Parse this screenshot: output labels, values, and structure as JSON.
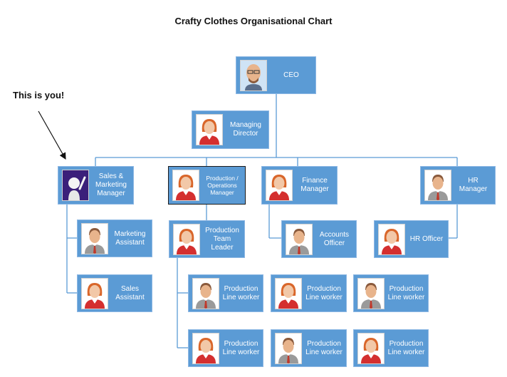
{
  "title": "Crafty Clothes Organisational Chart",
  "callout": "This is you!",
  "colors": {
    "box": "#5b9bd5",
    "connector": "#5b9bd5",
    "tie": "#c0392b"
  },
  "nodes": {
    "ceo": {
      "label": "CEO",
      "icon": "bald-man-avatar-icon"
    },
    "md": {
      "label": "Managing\nDirector",
      "icon": "woman-avatar-icon"
    },
    "sales_mgr": {
      "label": "Sales &\nMarketing\nManager",
      "icon": "purple-figure-avatar-icon"
    },
    "prod_mgr": {
      "label": "Production /\nOperations\nManager",
      "icon": "woman-avatar-icon"
    },
    "fin_mgr": {
      "label": "Finance\nManager",
      "icon": "woman-avatar-icon"
    },
    "hr_mgr": {
      "label": "HR Manager",
      "icon": "man-avatar-icon"
    },
    "mkt_asst": {
      "label": "Marketing\nAssistant",
      "icon": "man-avatar-icon"
    },
    "sales_asst": {
      "label": "Sales\nAssistant",
      "icon": "woman-avatar-icon"
    },
    "team_leader": {
      "label": "Production\nTeam Leader",
      "icon": "woman-avatar-icon"
    },
    "accounts": {
      "label": "Accounts\nOfficer",
      "icon": "man-avatar-icon"
    },
    "hr_officer": {
      "label": "HR Officer",
      "icon": "woman-avatar-icon"
    },
    "plw1": {
      "label": "Production\nLine worker",
      "icon": "man-avatar-icon"
    },
    "plw2": {
      "label": "Production\nLine worker",
      "icon": "woman-avatar-icon"
    },
    "plw3": {
      "label": "Production\nLine worker",
      "icon": "man-avatar-icon"
    },
    "plw4": {
      "label": "Production\nLine worker",
      "icon": "woman-avatar-icon"
    },
    "plw5": {
      "label": "Production\nLine worker",
      "icon": "man-avatar-icon"
    },
    "plw6": {
      "label": "Production\nLine worker",
      "icon": "woman-avatar-icon"
    }
  }
}
